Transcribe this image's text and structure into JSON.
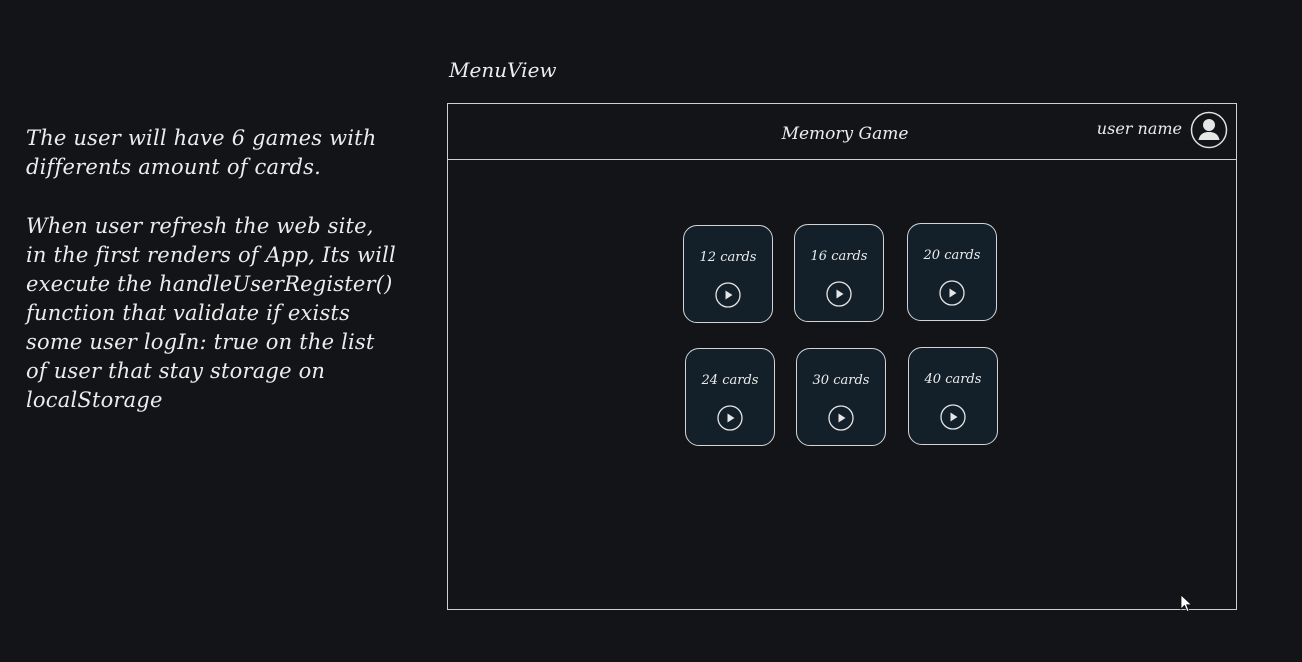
{
  "notes": {
    "paragraph1": [
      "The user will have 6 games with",
      "differents amount of cards."
    ],
    "paragraph2": [
      "When user refresh the web site,",
      "in the first renders of App, Its will",
      "execute the handleUserRegister()",
      "function that validate if exists",
      "some user logIn: true on the list",
      "of user that stay storage on",
      "localStorage"
    ]
  },
  "view_label": "MenuView",
  "header": {
    "title": "Memory Game",
    "user_name": "user name"
  },
  "games": [
    {
      "label": "12 cards",
      "icon": "play-icon"
    },
    {
      "label": "16 cards",
      "icon": "play-icon"
    },
    {
      "label": "20 cards",
      "icon": "play-icon"
    },
    {
      "label": "24 cards",
      "icon": "play-icon"
    },
    {
      "label": "30 cards",
      "icon": "play-icon"
    },
    {
      "label": "40 cards",
      "icon": "play-icon"
    }
  ],
  "colors": {
    "background": "#121417",
    "card_fill": "#13202a",
    "stroke": "#d4d4d4"
  }
}
